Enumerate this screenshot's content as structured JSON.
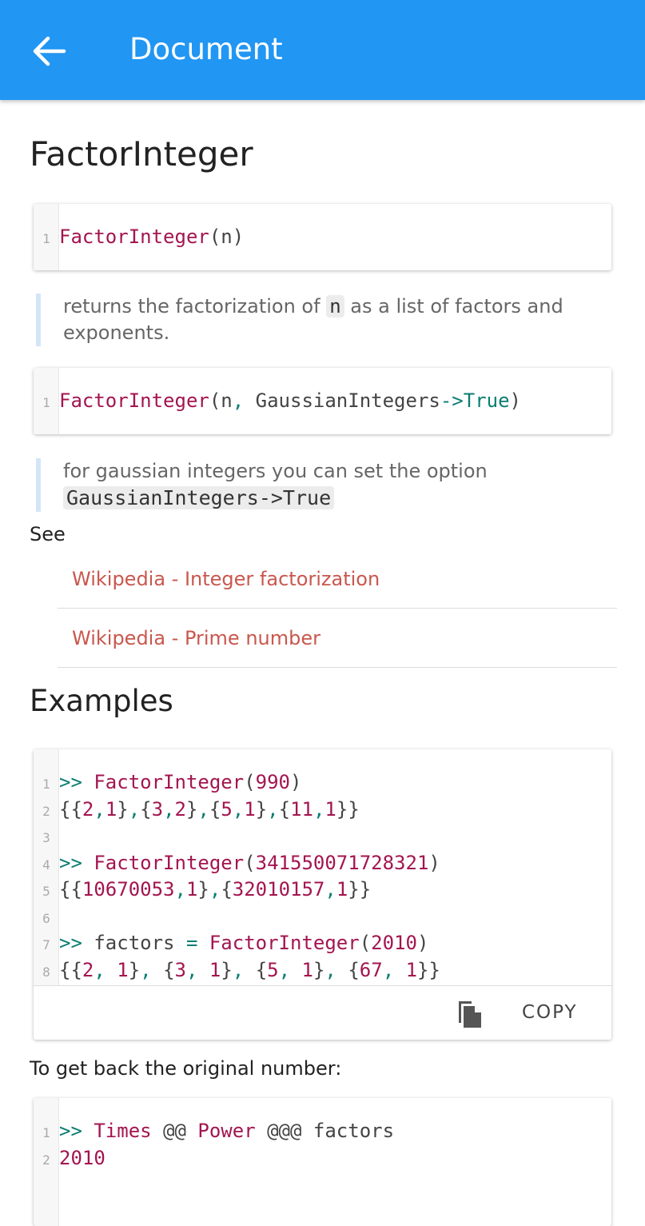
{
  "appbar": {
    "title": "Document"
  },
  "title": "FactorInteger",
  "signatures": [
    {
      "lines": [
        {
          "num": "1",
          "tokens": [
            [
              "FactorInteger",
              "k"
            ],
            [
              "(n)",
              "p"
            ]
          ]
        }
      ]
    },
    {
      "lines": [
        {
          "num": "1",
          "tokens": [
            [
              "FactorInteger",
              "k"
            ],
            [
              "(n",
              "p"
            ],
            [
              ",",
              "t"
            ],
            [
              " GaussianIntegers",
              "p"
            ],
            [
              "->",
              "t"
            ],
            [
              "True",
              "t"
            ],
            [
              ")",
              "p"
            ]
          ]
        }
      ]
    }
  ],
  "descriptions": [
    {
      "before": "returns the factorization of ",
      "code": "n",
      "after": " as a list of factors and exponents."
    },
    {
      "before": "for gaussian integers you can set the option ",
      "code": "GaussianIntegers->True",
      "after": ""
    }
  ],
  "see": {
    "label": "See",
    "links": [
      "Wikipedia - Integer factorization",
      "Wikipedia - Prime number"
    ]
  },
  "examples_heading": "Examples",
  "examples": {
    "copy_label": "COPY",
    "lines": [
      {
        "num": "1",
        "tokens": [
          [
            ">>",
            "t"
          ],
          [
            " ",
            "p"
          ],
          [
            "FactorInteger",
            "k"
          ],
          [
            "(",
            "p"
          ],
          [
            "990",
            "n"
          ],
          [
            ")",
            "p"
          ]
        ]
      },
      {
        "num": "2",
        "tokens": [
          [
            "{{",
            "p"
          ],
          [
            "2",
            "n"
          ],
          [
            ",",
            "t"
          ],
          [
            "1",
            "n"
          ],
          [
            "}",
            "p"
          ],
          [
            ",",
            "t"
          ],
          [
            "{",
            "p"
          ],
          [
            "3",
            "n"
          ],
          [
            ",",
            "t"
          ],
          [
            "2",
            "n"
          ],
          [
            "}",
            "p"
          ],
          [
            ",",
            "t"
          ],
          [
            "{",
            "p"
          ],
          [
            "5",
            "n"
          ],
          [
            ",",
            "t"
          ],
          [
            "1",
            "n"
          ],
          [
            "}",
            "p"
          ],
          [
            ",",
            "t"
          ],
          [
            "{",
            "p"
          ],
          [
            "11",
            "n"
          ],
          [
            ",",
            "t"
          ],
          [
            "1",
            "n"
          ],
          [
            "}}",
            "p"
          ]
        ]
      },
      {
        "num": "3",
        "tokens": []
      },
      {
        "num": "4",
        "tokens": [
          [
            ">>",
            "t"
          ],
          [
            " ",
            "p"
          ],
          [
            "FactorInteger",
            "k"
          ],
          [
            "(",
            "p"
          ],
          [
            "341550071728321",
            "n"
          ],
          [
            ")",
            "p"
          ]
        ]
      },
      {
        "num": "5",
        "tokens": [
          [
            "{{",
            "p"
          ],
          [
            "10670053",
            "n"
          ],
          [
            ",",
            "t"
          ],
          [
            "1",
            "n"
          ],
          [
            "}",
            "p"
          ],
          [
            ",",
            "t"
          ],
          [
            "{",
            "p"
          ],
          [
            "32010157",
            "n"
          ],
          [
            ",",
            "t"
          ],
          [
            "1",
            "n"
          ],
          [
            "}}",
            "p"
          ]
        ]
      },
      {
        "num": "6",
        "tokens": []
      },
      {
        "num": "7",
        "tokens": [
          [
            ">>",
            "t"
          ],
          [
            " factors ",
            "p"
          ],
          [
            "=",
            "t"
          ],
          [
            " ",
            "p"
          ],
          [
            "FactorInteger",
            "k"
          ],
          [
            "(",
            "p"
          ],
          [
            "2010",
            "n"
          ],
          [
            ")",
            "p"
          ]
        ]
      },
      {
        "num": "8",
        "tokens": [
          [
            "{{",
            "p"
          ],
          [
            "2",
            "n"
          ],
          [
            ",",
            "t"
          ],
          [
            " ",
            "p"
          ],
          [
            "1",
            "n"
          ],
          [
            "}",
            "p"
          ],
          [
            ",",
            "t"
          ],
          [
            " {",
            "p"
          ],
          [
            "3",
            "n"
          ],
          [
            ",",
            "t"
          ],
          [
            " ",
            "p"
          ],
          [
            "1",
            "n"
          ],
          [
            "}",
            "p"
          ],
          [
            ",",
            "t"
          ],
          [
            " {",
            "p"
          ],
          [
            "5",
            "n"
          ],
          [
            ",",
            "t"
          ],
          [
            " ",
            "p"
          ],
          [
            "1",
            "n"
          ],
          [
            "}",
            "p"
          ],
          [
            ",",
            "t"
          ],
          [
            " {",
            "p"
          ],
          [
            "67",
            "n"
          ],
          [
            ",",
            "t"
          ],
          [
            " ",
            "p"
          ],
          [
            "1",
            "n"
          ],
          [
            "}}",
            "p"
          ]
        ]
      }
    ]
  },
  "restore_text": "To get back the original number:",
  "restore": {
    "lines": [
      {
        "num": "1",
        "tokens": [
          [
            ">>",
            "t"
          ],
          [
            " ",
            "p"
          ],
          [
            "Times",
            "k"
          ],
          [
            " @@ ",
            "p"
          ],
          [
            "Power",
            "k"
          ],
          [
            " @@@ factors",
            "p"
          ]
        ]
      },
      {
        "num": "2",
        "tokens": [
          [
            "2010",
            "n"
          ]
        ]
      }
    ]
  }
}
